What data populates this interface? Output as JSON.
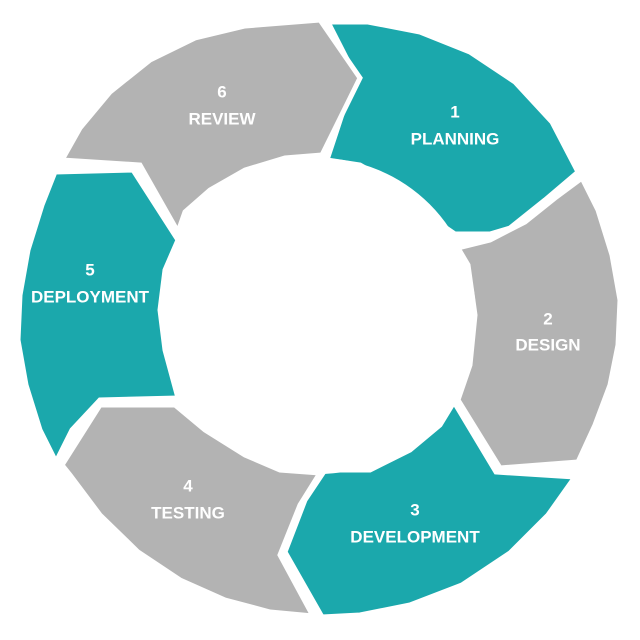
{
  "colors": {
    "teal": "#1ba8ac",
    "gray": "#b3b3b3",
    "text": "#ffffff",
    "background": "#ffffff"
  },
  "stages": [
    {
      "id": "planning",
      "number": "1",
      "label": "PLANNING",
      "color": "#1ba8ac"
    },
    {
      "id": "design",
      "number": "2",
      "label": "DESIGN",
      "color": "#b3b3b3"
    },
    {
      "id": "development",
      "number": "3",
      "label": "DEVELOPMENT",
      "color": "#1ba8ac"
    },
    {
      "id": "testing",
      "number": "4",
      "label": "TESTING",
      "color": "#b3b3b3"
    },
    {
      "id": "deployment",
      "number": "5",
      "label": "DEPLOYMENT",
      "color": "#1ba8ac"
    },
    {
      "id": "review",
      "number": "6",
      "label": "REVIEW",
      "color": "#b3b3b3"
    }
  ]
}
